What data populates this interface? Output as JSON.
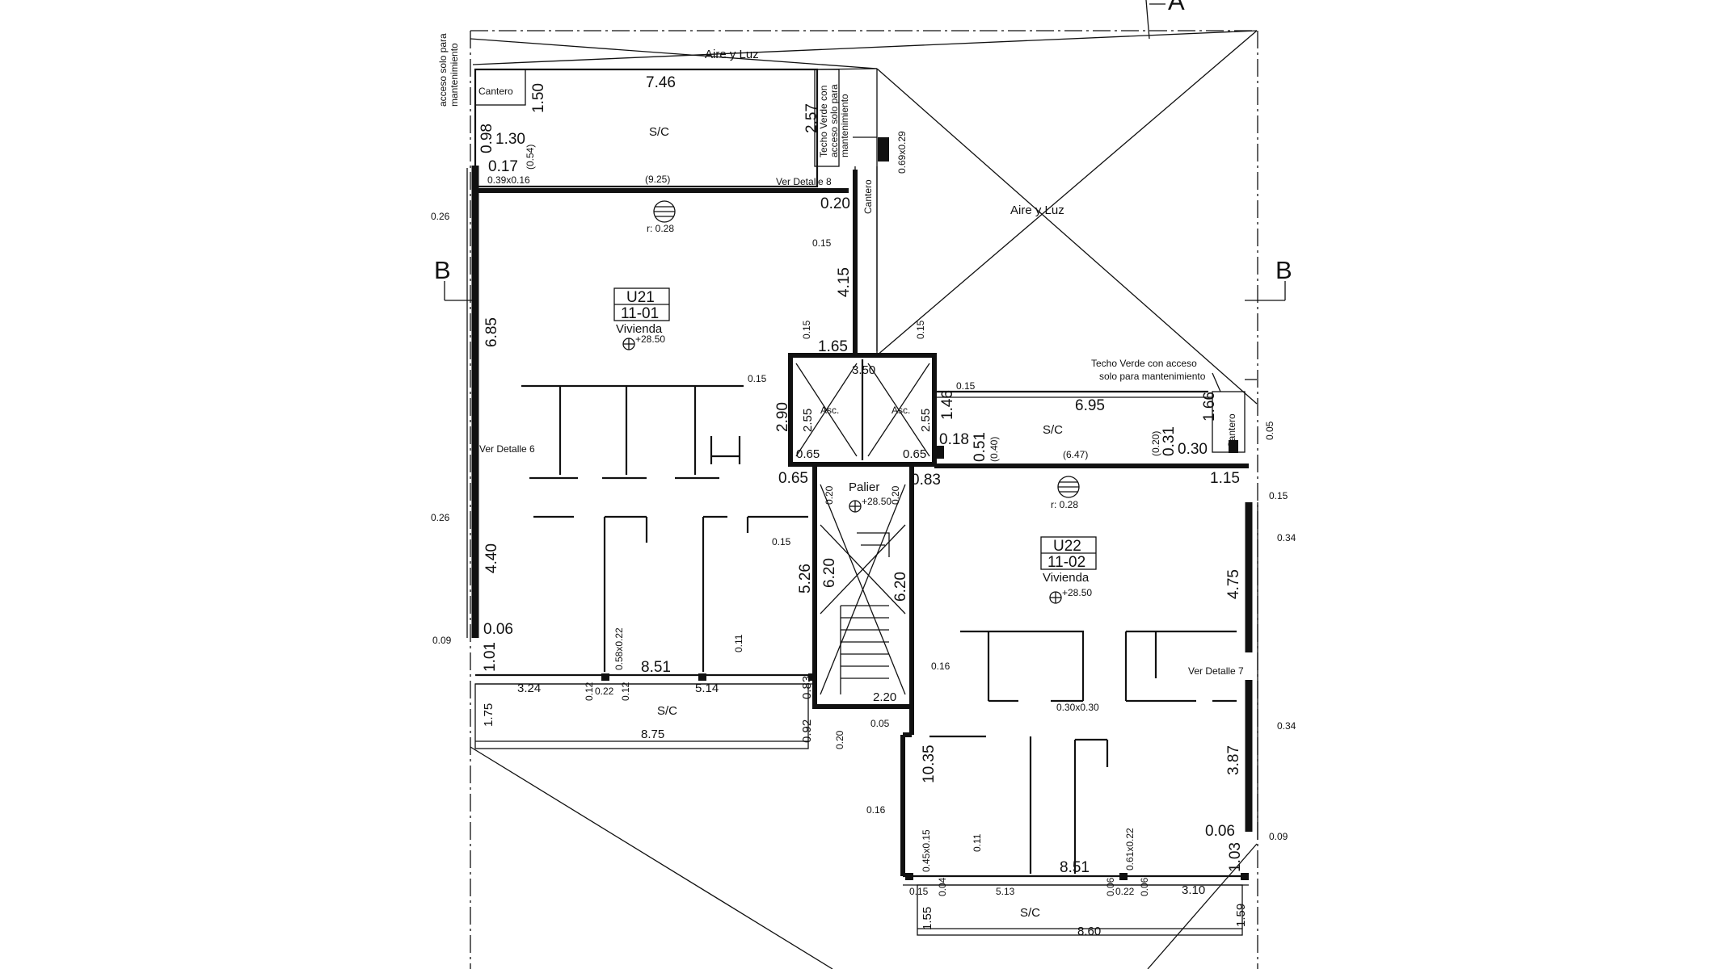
{
  "drawing": {
    "sections": {
      "a": "A",
      "b": "B"
    },
    "labels": {
      "aire_luz_top": "Aire y Luz",
      "aire_luz_right": "Aire y Luz",
      "acceso_l1": "acceso solo para",
      "acceso_l2": "mantenimiento",
      "cantero_top": "Cantero",
      "cantero_vert": "Cantero",
      "cantero_right": "Cantero",
      "techo_v1": "Techo Verde con",
      "techo_v2": "acceso solo para",
      "techo_v3": "mantenimiento",
      "techo_r1": "Techo Verde con acceso",
      "techo_r2": "solo para mantenimiento",
      "sc_top": "S/C",
      "sc_right": "S/C",
      "sc_bottom_left": "S/C",
      "sc_bottom_right": "S/C",
      "ver_detalle_8": "Ver Detalle 8",
      "ver_detalle_6": "Ver Detalle 6",
      "ver_detalle_7": "Ver Detalle 7",
      "asc_1": "Asc.",
      "asc_2": "Asc.",
      "palier": "Palier",
      "palier_level": "+28.50"
    },
    "units": [
      {
        "code": "U21",
        "number": "11-01",
        "use": "Vivienda",
        "level": "+28.50",
        "r": "r: 0.28"
      },
      {
        "code": "U22",
        "number": "11-02",
        "use": "Vivienda",
        "level": "+28.50",
        "r": "r: 0.28"
      }
    ],
    "dims": {
      "d_746": "7.46",
      "d_150": "1.50",
      "d_257": "2.57",
      "d_130": "1.30",
      "d_098": "0.98",
      "d_017": "0.17",
      "d_054": "(0.54)",
      "d_039x016": "0.39x0.16",
      "d_925": "(9.25)",
      "d_069x029": "0.69x0.29",
      "d_020": "0.20",
      "d_015a": "0.15",
      "d_415": "4.15",
      "d_015b": "0.15",
      "d_015c": "0.15",
      "d_165": "1.65",
      "d_350": "3.50",
      "d_015d": "0.15",
      "d_015e": "0.15",
      "d_290": "2.90",
      "d_255a": "2.55",
      "d_255b": "2.55",
      "d_146": "1.46",
      "d_065a": "0.65",
      "d_065b": "0.65",
      "d_065c": "0.65",
      "d_018": "0.18",
      "d_083": "0.83",
      "d_051": "0.51",
      "d_040": "(0.40)",
      "d_695": "6.95",
      "d_647": "(6.47)",
      "d_020p": "(0.20)",
      "d_031": "0.31",
      "d_030": "0.30",
      "d_166": "1.66",
      "d_005a": "0.05",
      "d_115": "1.15",
      "d_015f": "0.15",
      "d_034a": "0.34",
      "d_475": "4.75",
      "d_026a": "0.26",
      "d_685": "6.85",
      "d_026b": "0.26",
      "d_440": "4.40",
      "d_006a": "0.06",
      "d_009a": "0.09",
      "d_101": "1.01",
      "d_058x022": "0.58x0.22",
      "d_011a": "0.11",
      "d_851a": "8.51",
      "d_324": "3.24",
      "d_012a": "0.12",
      "d_022a": "0.22",
      "d_012b": "0.12",
      "d_514": "5.14",
      "d_083b": "0.83",
      "d_092": "0.92",
      "d_175": "1.75",
      "d_875": "8.75",
      "d_020b": "0.20",
      "d_020c": "0.20",
      "d_015g": "0.15",
      "d_526": "5.26",
      "d_620a": "6.20",
      "d_620b": "6.20",
      "d_016a": "0.16",
      "d_220": "2.20",
      "d_005b": "0.05",
      "d_020d": "0.20",
      "d_1035": "10.35",
      "d_016b": "0.16",
      "d_045x015": "0.45x0.15",
      "d_011b": "0.11",
      "d_851b": "8.51",
      "d_061x022": "0.61x0.22",
      "d_030x030": "0.30x0.30",
      "d_387": "3.87",
      "d_006b": "0.06",
      "d_103": "1.03",
      "d_034b": "0.34",
      "d_009b": "0.09",
      "d_015h": "0.15",
      "d_004": "0.04",
      "d_513": "5.13",
      "d_006c": "0.06",
      "d_022b": "0.22",
      "d_006d": "0.06",
      "d_310": "3.10",
      "d_155": "1.55",
      "d_860": "8.60",
      "d_159": "1.59"
    }
  }
}
